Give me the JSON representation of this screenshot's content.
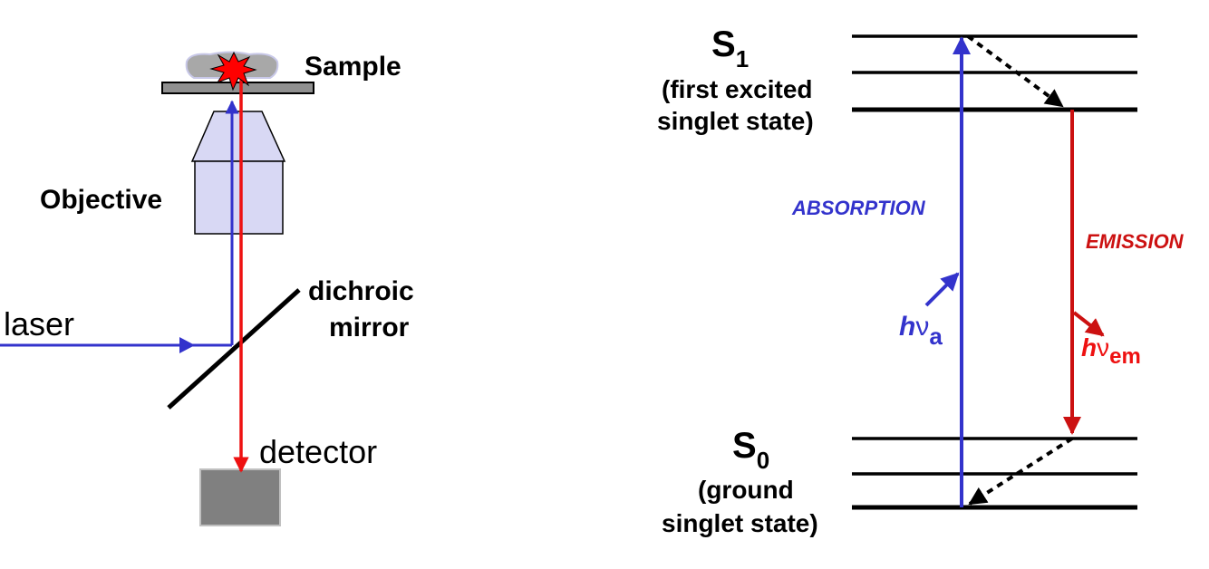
{
  "microscope": {
    "sample_label": "Sample",
    "objective_label": "Objective",
    "dichroic_line1": "dichroic",
    "dichroic_line2": "mirror",
    "laser_label": "laser",
    "detector_label": "detector"
  },
  "jablonski": {
    "s1_letter": "S",
    "s1_sub": "1",
    "s1_desc_line1": "(first excited",
    "s1_desc_line2": "singlet state)",
    "s0_letter": "S",
    "s0_sub": "0",
    "s0_desc_line1": "(ground",
    "s0_desc_line2": "singlet state)",
    "absorption_label": "ABSORPTION",
    "emission_label": "EMISSION",
    "hv_absorb_h": "h",
    "hv_absorb_nu": "ν",
    "hv_absorb_sub": "a",
    "hv_emit_h": "h",
    "hv_emit_nu": "ν",
    "hv_emit_sub": "em"
  },
  "colors": {
    "laser_blue": "#3333cc",
    "emission_red": "#ee1111",
    "emission_dark_red": "#cc1111",
    "objective_fill": "#d8d8f4",
    "detector_fill": "#808080",
    "sample_fill": "#a8a8a8",
    "stage_fill": "#909090"
  }
}
